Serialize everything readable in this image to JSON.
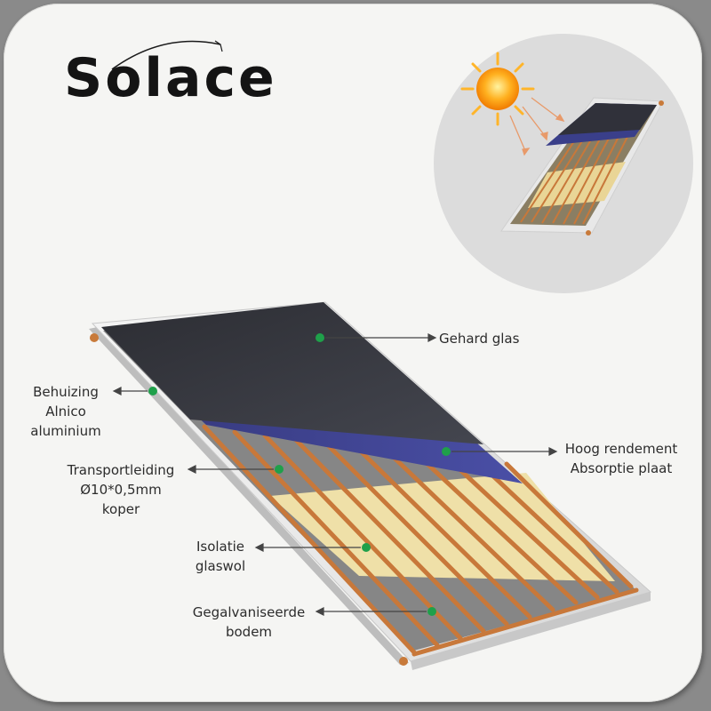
{
  "brand": {
    "name": "Solace"
  },
  "callouts": [
    {
      "id": "tempered-glass",
      "lines": [
        "Gehard glas"
      ]
    },
    {
      "id": "housing",
      "lines": [
        "Behuizing",
        "Alnico",
        "aluminium"
      ]
    },
    {
      "id": "absorber",
      "lines": [
        "Hoog rendement",
        "Absorptie plaat"
      ]
    },
    {
      "id": "transport-pipe",
      "lines": [
        "Transportleiding",
        "Ø10*0,5mm",
        "koper"
      ]
    },
    {
      "id": "insulation",
      "lines": [
        "Isolatie",
        "glaswol"
      ]
    },
    {
      "id": "bottom",
      "lines": [
        "Gegalvaniseerde",
        "bodem"
      ]
    }
  ],
  "colors": {
    "glass": "#34353d",
    "absorber": "#3b3f8c",
    "copper": "#c8783a",
    "insulation": "#efe0a8",
    "frame": "#f2f2f2",
    "marker": "#1fa04a",
    "inset_circle": "#dcdcdc",
    "sun": "#ffa51c"
  }
}
